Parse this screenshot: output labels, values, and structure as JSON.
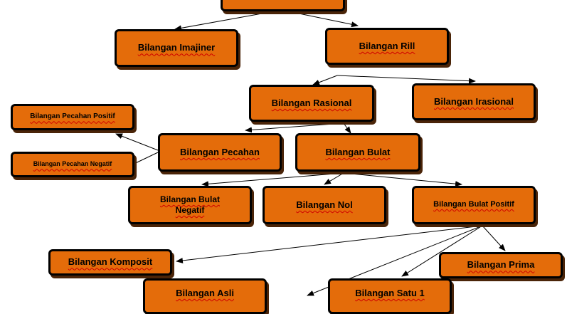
{
  "diagram": {
    "nodes": [
      {
        "id": "top",
        "label": ""
      },
      {
        "id": "imajiner",
        "label": "Bilangan Imajiner"
      },
      {
        "id": "rill",
        "label": "Bilangan Rill"
      },
      {
        "id": "rasional",
        "label": "Bilangan Rasional"
      },
      {
        "id": "irasional",
        "label": "Bilangan Irasional"
      },
      {
        "id": "pecahan_positif",
        "label": "Bilangan Pecahan Positif"
      },
      {
        "id": "pecahan",
        "label": "Bilangan Pecahan"
      },
      {
        "id": "bulat",
        "label": "Bilangan Bulat"
      },
      {
        "id": "pecahan_negatif",
        "label": "Bilangan Pecahan Negatif"
      },
      {
        "id": "bulat_negatif",
        "label": "Bilangan Bulat Negatif"
      },
      {
        "id": "nol",
        "label": "Bilangan Nol"
      },
      {
        "id": "bulat_positif",
        "label": "Bilangan Bulat Positif"
      },
      {
        "id": "komposit",
        "label": "Bilangan Komposit"
      },
      {
        "id": "prima",
        "label": "Bilangan Prima"
      },
      {
        "id": "asli",
        "label": "Bilangan Asli"
      },
      {
        "id": "satu",
        "label": "Bilangan Satu 1"
      }
    ],
    "edges": [
      {
        "from": "top",
        "to": "imajiner"
      },
      {
        "from": "top",
        "to": "rill"
      },
      {
        "from": "rill",
        "to": "rasional"
      },
      {
        "from": "rill",
        "to": "irasional"
      },
      {
        "from": "rasional",
        "to": "pecahan"
      },
      {
        "from": "rasional",
        "to": "bulat"
      },
      {
        "from": "pecahan",
        "to": "pecahan_positif"
      },
      {
        "from": "pecahan",
        "to": "pecahan_negatif"
      },
      {
        "from": "bulat",
        "to": "bulat_negatif"
      },
      {
        "from": "bulat",
        "to": "nol"
      },
      {
        "from": "bulat",
        "to": "bulat_positif"
      },
      {
        "from": "bulat_positif",
        "to": "komposit"
      },
      {
        "from": "bulat_positif",
        "to": "prima"
      },
      {
        "from": "bulat_positif",
        "to": "asli"
      },
      {
        "from": "bulat_positif",
        "to": "satu"
      }
    ]
  },
  "colors": {
    "node_fill": "#e46c0a",
    "node_border": "#000000",
    "spellcheck_underline": "#d00000"
  }
}
